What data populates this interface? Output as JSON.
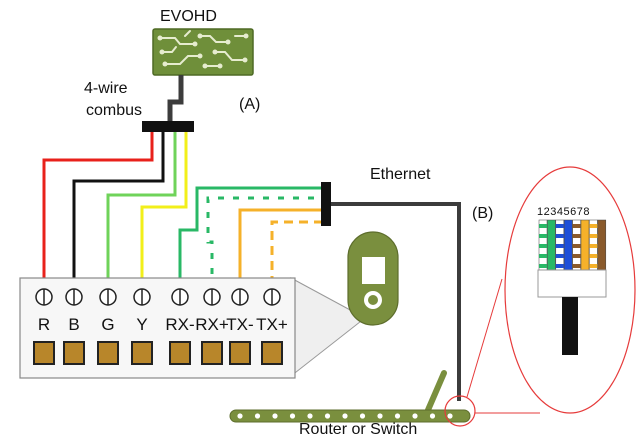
{
  "title": "EVOHD",
  "combus_label_line1": "4-wire",
  "combus_label_line2": "combus",
  "marker_a": "(A)",
  "marker_b": "(B)",
  "ethernet_label": "Ethernet",
  "router_label": "Router or Switch",
  "pin_numbers": "12345678",
  "terminals": [
    "R",
    "B",
    "G",
    "Y",
    "RX-",
    "RX+",
    "TX-",
    "TX+"
  ],
  "colors": {
    "red": "#e8211b",
    "black": "#111111",
    "green": "#6fd35a",
    "yellow": "#f2ef1a",
    "teal_green": "#29b866",
    "orange": "#f5b12a",
    "board_green": "#6f8f3a",
    "wire_gray": "#3c3c3c",
    "zoom_circle": "#e63b3b"
  }
}
